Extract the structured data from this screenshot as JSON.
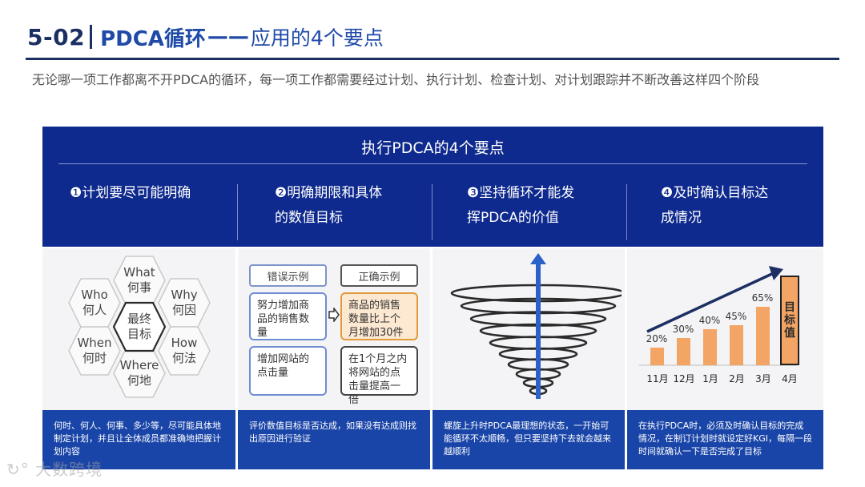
{
  "title": {
    "number": "5-02",
    "main": "PDCA循环",
    "dash": "——",
    "sub": "应用的4个要点"
  },
  "intro": "无论哪一项工作都离不开PDCA的循环，每一项工作都需要经过计划、执行计划、检查计划、对计划跟踪并不断改善这样四个阶段",
  "header": {
    "title": "执行PDCA的4个要点",
    "points": [
      {
        "bullet": "❶",
        "line1": "计划要尽可能明确",
        "line2": ""
      },
      {
        "bullet": "❷",
        "line1": "明确期限和具体",
        "line2": "的数值目标"
      },
      {
        "bullet": "❸",
        "line1": "坚持循环才能发",
        "line2": "挥PDCA的价值"
      },
      {
        "bullet": "❹",
        "line1": "及时确认目标达",
        "line2": "成情况"
      }
    ]
  },
  "hexagons": {
    "center": {
      "l1": "最终",
      "l2": "目标"
    },
    "items": [
      {
        "l1": "What",
        "l2": "何事"
      },
      {
        "l1": "Why",
        "l2": "何因"
      },
      {
        "l1": "How",
        "l2": "何法"
      },
      {
        "l1": "Where",
        "l2": "何地"
      },
      {
        "l1": "When",
        "l2": "何时"
      },
      {
        "l1": "Who",
        "l2": "何人"
      }
    ]
  },
  "examples": {
    "wrong_label": "错误示例",
    "right_label": "正确示例",
    "wrong1": "努力增加商品的销售数量",
    "right1": "商品的销售数量比上个月增加30件",
    "wrong2": "增加网站的点击量",
    "right2": "在1个月之内将网站的点击量提高一倍"
  },
  "chart_data": {
    "type": "bar",
    "categories": [
      "11月",
      "12月",
      "1月",
      "2月",
      "3月",
      "4月"
    ],
    "values": [
      20,
      30,
      40,
      45,
      65,
      100
    ],
    "value_labels": [
      "20%",
      "30%",
      "40%",
      "45%",
      "65%",
      ""
    ],
    "target_label": "目标值",
    "ylim": [
      0,
      100
    ],
    "bar_color": "#f3a565"
  },
  "footers": [
    "何时、何人、何事、多少等，尽可能具体地制定计划，并且让全体成员都准确地把握计划内容",
    "评价数值目标是否达成，如果没有达成则找出原因进行验证",
    "螺旋上升时PDCA最理想的状态，一开始可能循环不太顺畅，但只要坚持下去就会越来越顺利",
    "在执行PDCA时，必须及时确认目标的完成情况，在制订计划时就设定好KGI，每隔一段时间就确认一下是否完成了目标"
  ],
  "watermark": "大数跨境",
  "colors": {
    "navy": "#0f2a8e",
    "title": "#1f4aa8",
    "footer": "#1a45a8",
    "orange": "#f3a565",
    "spiral_arrow": "#2a62c9"
  }
}
